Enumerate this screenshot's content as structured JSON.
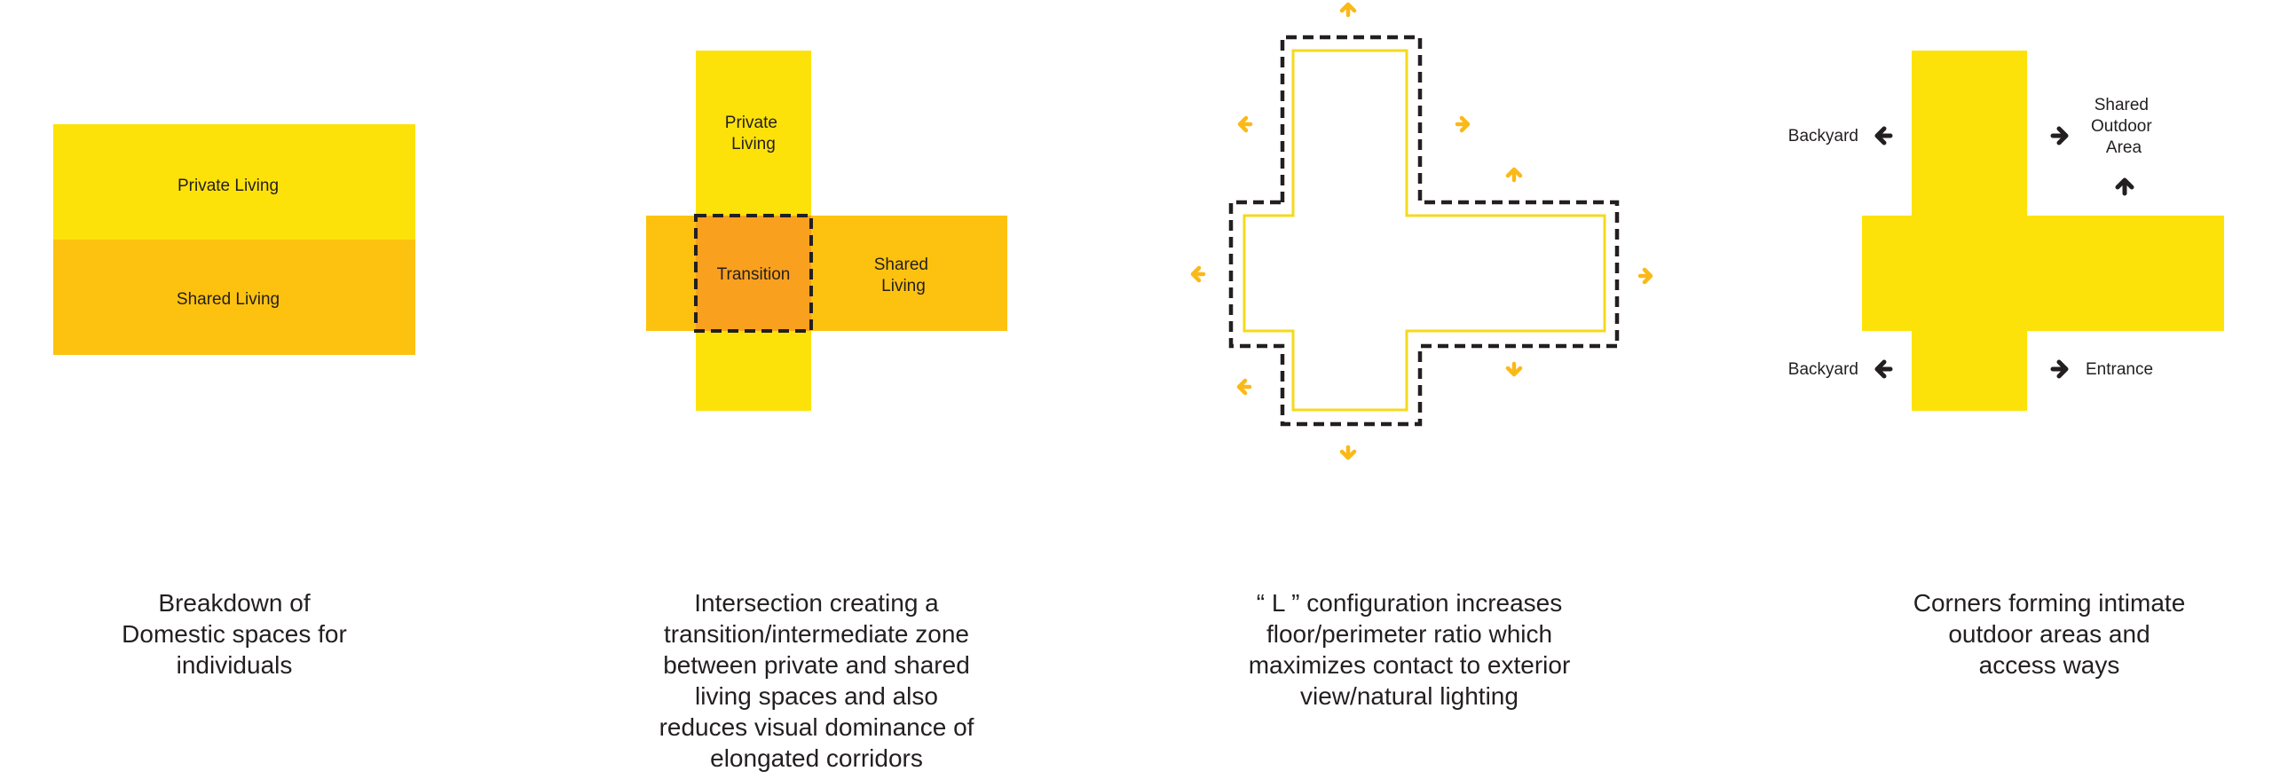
{
  "colors": {
    "yellow": "#FDE20A",
    "amber": "#FDC210",
    "orange": "#F9A01E",
    "arrow_yellow": "#FBB917",
    "outline_yellow": "#F5D91C",
    "dash": "#231F20",
    "text": "#231F20"
  },
  "panel1": {
    "private_label": "Private Living",
    "shared_label": "Shared Living",
    "caption": [
      "Breakdown of",
      "Domestic spaces for",
      "individuals"
    ]
  },
  "panel2": {
    "private_label": [
      "Private",
      "Living"
    ],
    "transition_label": "Transition",
    "shared_label": [
      "Shared",
      "Living"
    ],
    "caption": [
      "Intersection creating a",
      "transition/intermediate zone",
      "between private and shared",
      "living spaces and also",
      "reduces visual dominance of",
      "elongated corridors"
    ]
  },
  "panel3": {
    "caption": [
      "“ L ” configuration increases",
      "floor/perimeter ratio which",
      "maximizes contact to exterior",
      "view/natural lighting"
    ]
  },
  "panel4": {
    "backyard_top": "Backyard",
    "shared_outdoor": [
      "Shared",
      "Outdoor",
      "Area"
    ],
    "backyard_bottom": "Backyard",
    "entrance": "Entrance",
    "caption": [
      "Corners forming intimate",
      "outdoor areas and",
      "access ways"
    ]
  },
  "icons": {
    "arrow": "arrow-icon"
  }
}
